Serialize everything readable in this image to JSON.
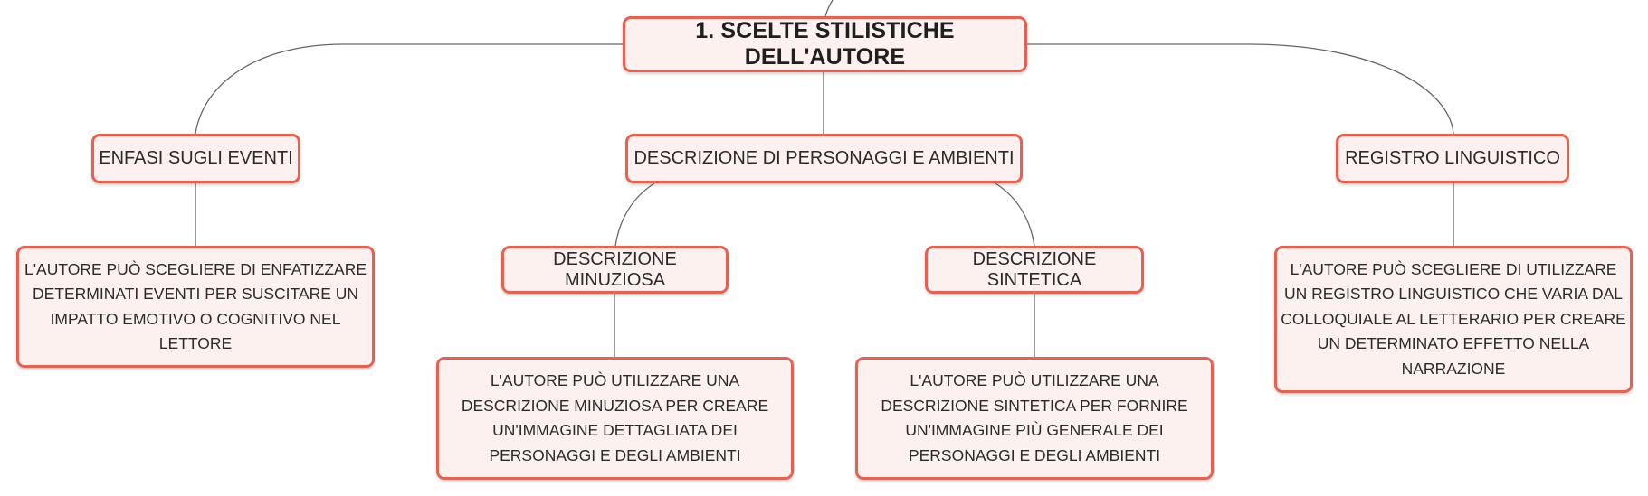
{
  "diagram": {
    "root": {
      "label": "1. SCELTE STILISTICHE DELL'AUTORE"
    },
    "branches": [
      {
        "label": "ENFASI SUGLI EVENTI",
        "detail": "L'AUTORE PUÒ SCEGLIERE DI ENFATIZZARE DETERMINATI EVENTI PER SUSCITARE UN IMPATTO EMOTIVO O COGNITIVO NEL LETTORE"
      },
      {
        "label": "DESCRIZIONE DI PERSONAGGI E AMBIENTI",
        "children": [
          {
            "label": "DESCRIZIONE MINUZIOSA",
            "detail": "L'AUTORE PUÒ UTILIZZARE UNA DESCRIZIONE MINUZIOSA PER CREARE UN'IMMAGINE DETTAGLIATA DEI PERSONAGGI E DEGLI AMBIENTI"
          },
          {
            "label": "DESCRIZIONE SINTETICA",
            "detail": "L'AUTORE PUÒ UTILIZZARE UNA DESCRIZIONE SINTETICA PER FORNIRE UN'IMMAGINE PIÙ GENERALE DEI PERSONAGGI E DEGLI AMBIENTI"
          }
        ]
      },
      {
        "label": "REGISTRO LINGUISTICO",
        "detail": "L'AUTORE PUÒ SCEGLIERE DI UTILIZZARE UN REGISTRO LINGUISTICO CHE VARIA DAL COLLOQUIALE AL LETTERARIO PER CREARE UN DETERMINATO EFFETTO NELLA NARRAZIONE"
      }
    ]
  },
  "colors": {
    "node_border": "#e9604f",
    "node_fill": "#fdf1ef",
    "connector": "#666666",
    "text": "#2b2b2b"
  }
}
